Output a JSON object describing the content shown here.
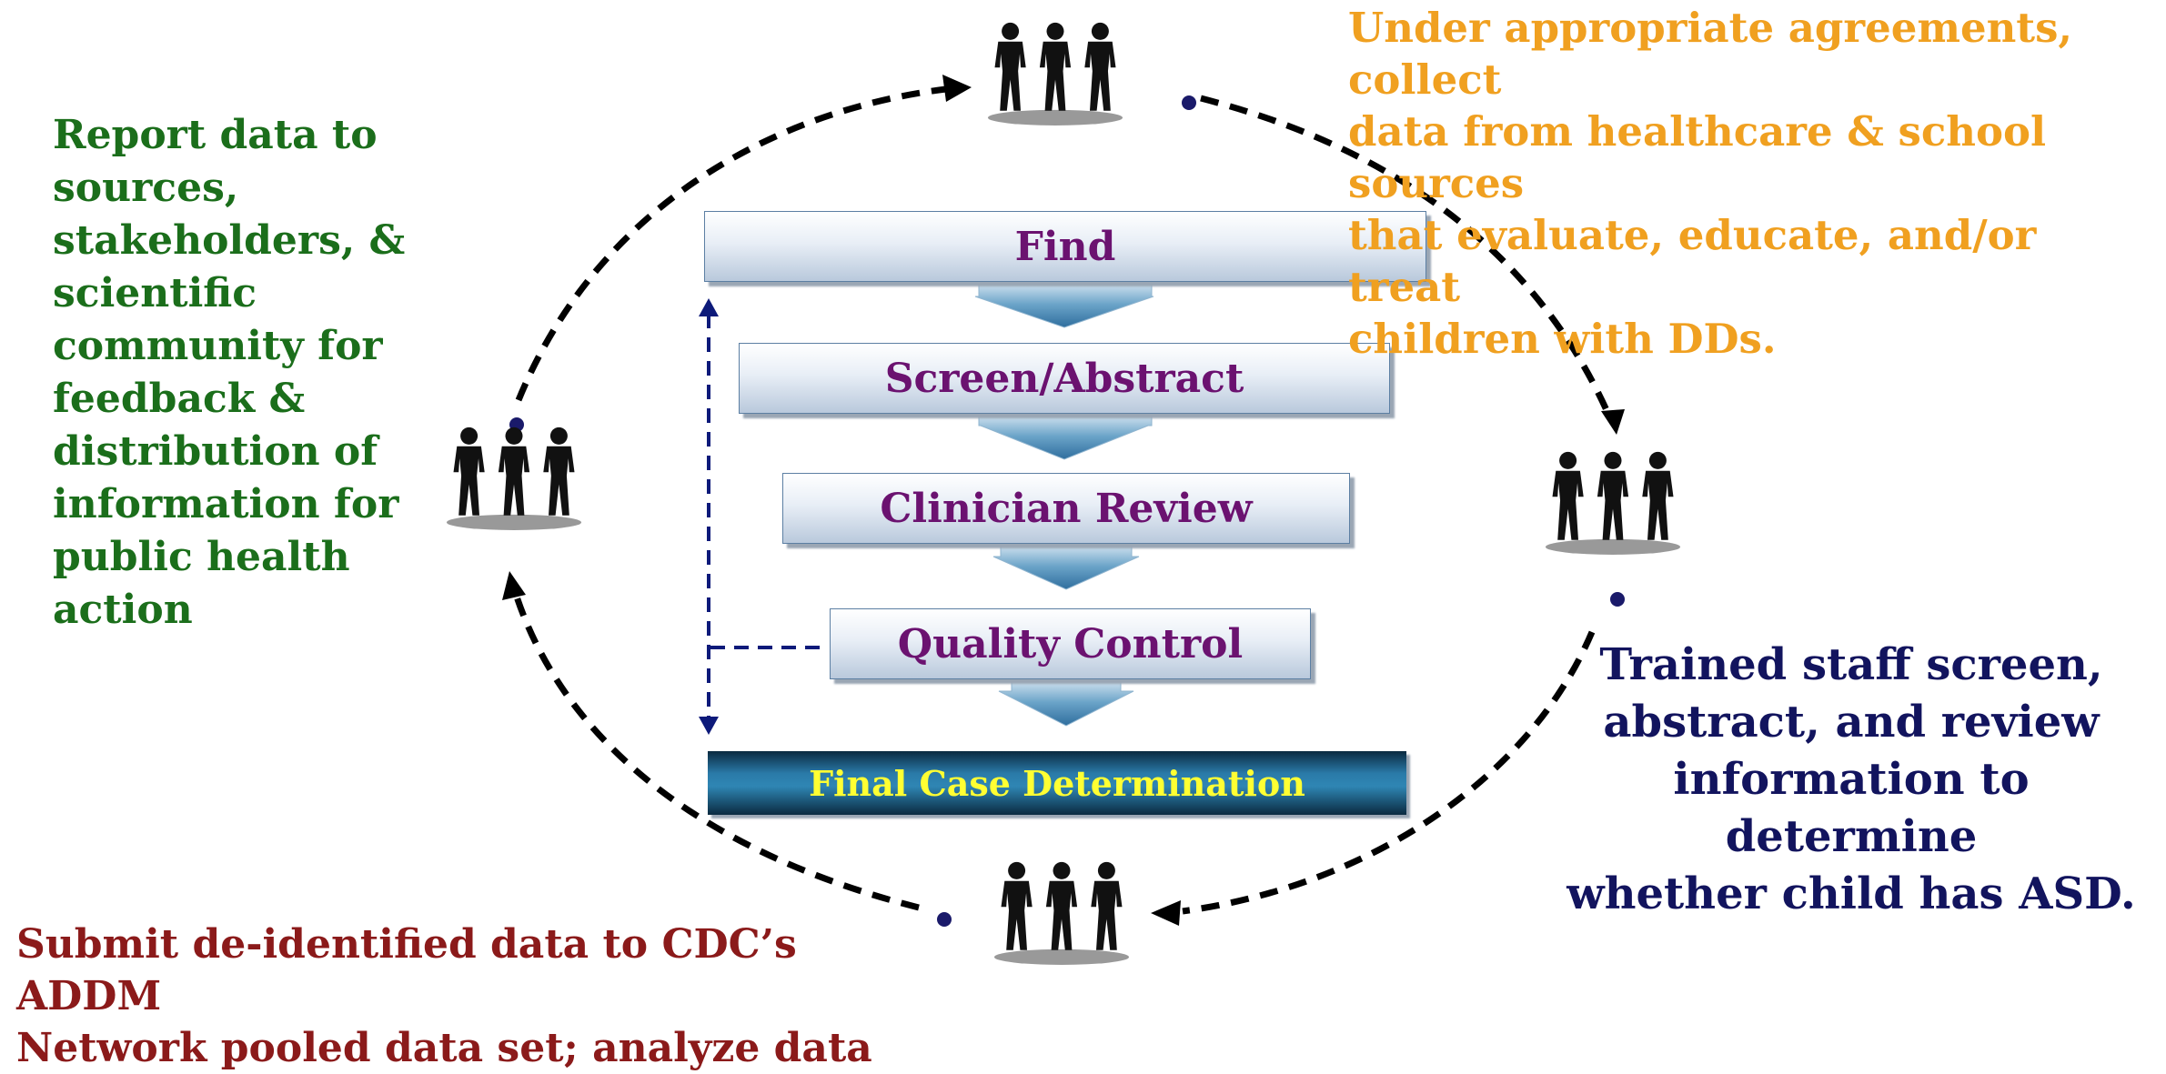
{
  "annotations": {
    "report": "Report data to\nsources,\nstakeholders, &\nscientific\ncommunity for\nfeedback &\ndistribution of\ninformation for\npublic health action",
    "collect": "Under appropriate agreements, collect\ndata from healthcare & school sources\nthat evaluate, educate, and/or treat\nchildren with DDs.",
    "review": "Trained staff screen,\nabstract, and review\ninformation to determine\nwhether child has ASD.",
    "submit": "Submit de-identified data to CDC’s ADDM\nNetwork pooled data set; analyze data"
  },
  "process_steps": [
    {
      "label": "Find"
    },
    {
      "label": "Screen/Abstract"
    },
    {
      "label": "Clinician Review"
    },
    {
      "label": "Quality Control"
    }
  ],
  "final_step": {
    "label": "Final Case Determination"
  },
  "colors": {
    "report_text": "#1b6e1b",
    "collect_text": "#f0a020",
    "review_text": "#12145e",
    "submit_text": "#8b1a1a",
    "step_text": "#6b1270",
    "final_text": "#ffff33",
    "arrow_blue": "#0d1a7a"
  },
  "icons": [
    "people-group-icon",
    "people-group-icon",
    "people-group-icon",
    "people-group-icon"
  ]
}
